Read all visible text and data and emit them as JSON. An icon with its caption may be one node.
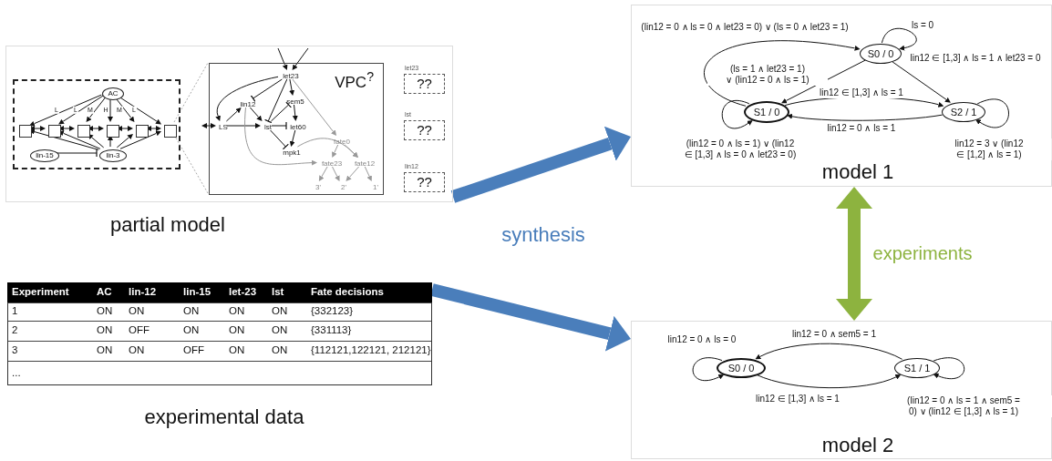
{
  "diagram": {
    "nodes": [
      {
        "text": [
          "partial model"
        ]
      },
      {
        "text": [],
        "shape": "box",
        "in": 0
      },
      {
        "text": [
          "AC"
        ],
        "in": 1
      },
      {
        "text": [],
        "shape": "box",
        "in": 1
      },
      {
        "text": [],
        "shape": "box",
        "in": 1
      },
      {
        "text": [],
        "shape": "box",
        "in": 1
      },
      {
        "text": [],
        "shape": "box",
        "in": 1
      },
      {
        "text": [],
        "shape": "box",
        "in": 1
      },
      {
        "text": [],
        "shape": "box",
        "in": 1
      },
      {
        "text": [
          "lin-15"
        ],
        "in": 1
      },
      {
        "text": [
          "lin-3"
        ],
        "in": 1
      },
      {
        "text": [
          "VPC$^{?}$"
        ],
        "in": 0
      },
      {
        "text": [
          "let23"
        ],
        "in": 11
      },
      {
        "text": [
          "lin12"
        ],
        "in": 11
      },
      {
        "text": [
          "sem5"
        ],
        "in": 11
      },
      {
        "text": [
          "LS"
        ],
        "in": 11
      },
      {
        "text": [
          "lst"
        ],
        "in": 11
      },
      {
        "text": [
          "let60"
        ],
        "in": 11
      },
      {
        "text": [
          "mpk1"
        ],
        "in": 11
      },
      {
        "text": [
          "fate0"
        ],
        "in": 11
      },
      {
        "text": [
          "fate23"
        ],
        "in": 11
      },
      {
        "text": [
          "fate12"
        ],
        "in": 11
      },
      {
        "text": [
          "3'"
        ],
        "in": 11
      },
      {
        "text": [
          "2'"
        ],
        "in": 11
      },
      {
        "text": [
          "1'"
        ],
        "in": 11
      },
      {
        "text": [
          "let23",
          "??"
        ],
        "in": 0
      },
      {
        "text": [
          "lst",
          "??"
        ],
        "in": 0
      },
      {
        "text": [
          "lin12",
          "??"
        ],
        "in": 0
      },
      {
        "text": [
          "experimental data"
        ]
      },
      {
        "text": [
          "model 1"
        ]
      },
      {
        "text": [
          "S0 / 0"
        ],
        "in": 29
      },
      {
        "text": [
          "S1 / 0"
        ],
        "in": 29
      },
      {
        "text": [
          "S2 / 1"
        ],
        "in": 29
      },
      {
        "text": [
          "model 2"
        ]
      },
      {
        "text": [
          "S0 / 0"
        ],
        "in": 33
      },
      {
        "text": [
          "S1 / 1"
        ],
        "in": 33
      }
    ],
    "edges": [
      {
        "from": 2,
        "to": 3,
        "arrow": "to",
        "label": "L"
      },
      {
        "from": 2,
        "to": 4,
        "arrow": "to",
        "label": "L"
      },
      {
        "from": 2,
        "to": 5,
        "arrow": "to",
        "label": "M"
      },
      {
        "from": 2,
        "to": 6,
        "arrow": "to",
        "label": "H"
      },
      {
        "from": 2,
        "to": 7,
        "arrow": "to",
        "label": "M"
      },
      {
        "from": 2,
        "to": 8,
        "arrow": "to",
        "label": "L"
      },
      {
        "from": 3,
        "to": 4,
        "arrow": "both"
      },
      {
        "from": 4,
        "to": 5,
        "arrow": "both"
      },
      {
        "from": 5,
        "to": 6,
        "arrow": "both"
      },
      {
        "from": 6,
        "to": 7,
        "arrow": "both"
      },
      {
        "from": 7,
        "to": 8,
        "arrow": "both"
      },
      {
        "from": 10,
        "to": 3,
        "arrow": "to"
      },
      {
        "from": 10,
        "to": 4,
        "arrow": "to"
      },
      {
        "from": 10,
        "to": 5,
        "arrow": "to"
      },
      {
        "from": 10,
        "to": 6,
        "arrow": "to"
      },
      {
        "from": 10,
        "to": 7,
        "arrow": "to"
      },
      {
        "from": 10,
        "to": 8,
        "arrow": "to"
      },
      {
        "from": 9,
        "to": 10,
        "arrow": "other"
      },
      {
        "from": 8,
        "to": 11,
        "arrow": "none",
        "style": "dashed",
        "color": "#aaaaaa"
      },
      {
        "from": 8,
        "to": 11,
        "arrow": "none",
        "style": "dashed",
        "color": "#aaaaaa"
      },
      {
        "from": null,
        "to": 12,
        "arrow": "to"
      },
      {
        "from": null,
        "to": 12,
        "arrow": "to"
      },
      {
        "from": null,
        "to": 15,
        "arrow": "both"
      },
      {
        "from": 12,
        "to": 15,
        "arrow": "to"
      },
      {
        "from": 12,
        "to": 13,
        "arrow": "other"
      },
      {
        "from": 12,
        "to": 14,
        "arrow": "to"
      },
      {
        "from": 12,
        "to": 16,
        "arrow": "other"
      },
      {
        "from": 12,
        "to": 19,
        "arrow": "to",
        "color": "#999999"
      },
      {
        "from": 15,
        "to": 13,
        "arrow": "to"
      },
      {
        "from": 15,
        "to": 16,
        "arrow": "to"
      },
      {
        "from": 13,
        "to": 16,
        "arrow": "to"
      },
      {
        "from": 13,
        "to": 20,
        "arrow": "to",
        "color": "#999999"
      },
      {
        "from": 16,
        "to": 14,
        "arrow": "other"
      },
      {
        "from": 14,
        "to": 17,
        "arrow": "to"
      },
      {
        "from": 16,
        "to": 17,
        "arrow": "other"
      },
      {
        "from": 17,
        "to": 18,
        "arrow": "to"
      },
      {
        "from": 16,
        "to": 18,
        "arrow": "other"
      },
      {
        "from": 18,
        "to": 21,
        "arrow": "to",
        "color": "#999999"
      },
      {
        "from": 19,
        "to": 20,
        "arrow": "to",
        "color": "#999999"
      },
      {
        "from": 19,
        "to": 21,
        "arrow": "to",
        "color": "#999999"
      },
      {
        "from": 20,
        "to": 22,
        "arrow": "to",
        "color": "#999999"
      },
      {
        "from": 20,
        "to": 23,
        "arrow": "to",
        "color": "#999999"
      },
      {
        "from": 21,
        "to": 23,
        "arrow": "to",
        "color": "#999999"
      },
      {
        "from": 21,
        "to": 24,
        "arrow": "to",
        "color": "#999999"
      },
      {
        "from": 0,
        "to": 29,
        "arrow": "to",
        "style": "thick",
        "color": "#4a7ebb"
      },
      {
        "from": 28,
        "to": 33,
        "arrow": "to",
        "style": "thick",
        "color": "#4a7ebb"
      },
      {
        "from": 29,
        "to": 33,
        "arrow": "both",
        "style": "thick",
        "color": "#8db33f",
        "label": "experiments"
      },
      {
        "from": 31,
        "to": 30,
        "arrow": "to",
        "label": "(lin12 = 0 ∧ ls = 0 ∧ let23 = 0) ∨ (ls = 0 ∧ let23 = 1)"
      },
      {
        "from": 30,
        "to": 30,
        "arrow": "to",
        "label": "ls = 0"
      },
      {
        "from": 30,
        "to": 31,
        "arrow": "to",
        "label": "(ls = 1 ∧ let23 = 1) ∨ (lin12 = 0 ∧ ls = 1)"
      },
      {
        "from": 30,
        "to": 32,
        "arrow": "to",
        "label": "lin12 ∈ [1,3] ∧ ls = 1 ∧ let23 = 0"
      },
      {
        "from": 31,
        "to": 32,
        "arrow": "to",
        "label": "lin12 ∈ [1,3] ∧ ls = 1"
      },
      {
        "from": 32,
        "to": 31,
        "arrow": "to",
        "label": "lin12 = 0 ∧ ls = 1"
      },
      {
        "from": 31,
        "to": 31,
        "arrow": "to",
        "label": "(lin12 = 0 ∧ ls = 1) ∨ (lin12 ∈ [1,3] ∧ ls = 0 ∧ let23 = 0)"
      },
      {
        "from": 32,
        "to": 32,
        "arrow": "to",
        "label": "lin12 = 3 ∨ (lin12 ∈ [1,2] ∧ ls = 1)"
      },
      {
        "from": 34,
        "to": 34,
        "arrow": "to",
        "label": "lin12 = 0 ∧ ls = 0"
      },
      {
        "from": 35,
        "to": 34,
        "arrow": "to",
        "label": "lin12 = 0 ∧ sem5 = 1"
      },
      {
        "from": 34,
        "to": 35,
        "arrow": "to",
        "label": "lin12 ∈ [1,3] ∧ ls = 1"
      },
      {
        "from": 35,
        "to": 35,
        "arrow": "to",
        "label": "(lin12 = 0 ∧ ls = 1 ∧ sem5 = 0) ∨ (lin12 ∈ [1,3] ∧ ls = 1)"
      }
    ],
    "labels": [
      "Experiment",
      "AC",
      "lin-12",
      "lin-15",
      "let-23",
      "lst",
      "Fate decisions",
      "1",
      "ON",
      "ON",
      "ON",
      "ON",
      "ON",
      "{332123}",
      "2",
      "ON",
      "OFF",
      "ON",
      "ON",
      "ON",
      "{331113}",
      "3",
      "ON",
      "ON",
      "OFF",
      "ON",
      "ON",
      "{112121,122121, 212121}",
      "...",
      "synthesis"
    ]
  }
}
